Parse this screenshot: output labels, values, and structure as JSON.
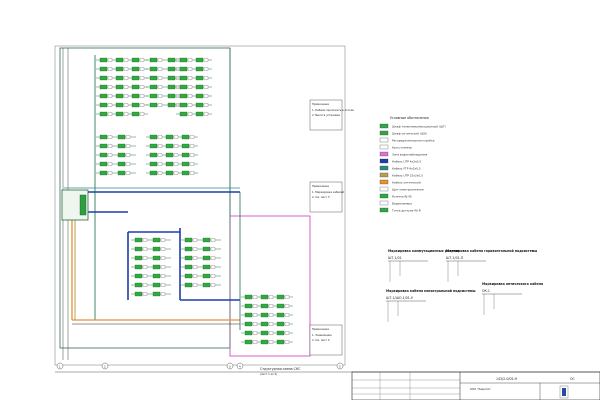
{
  "sheet": {
    "stamp_code": "143/2-0/02-Н",
    "stamp_sheet": "ОС",
    "stamp_company": "ООО \"Энергия\""
  },
  "legend": {
    "title": "Условные обозначения",
    "items": [
      "Шкаф телекоммуникационный (ШТ)",
      "Шкаф оптический (ШО)",
      "Распределительная коробка",
      "Кросс-панель",
      "Зона видеонаблюдения",
      "Кабель UTP 4х2х0,5",
      "Кабель FTP 4х2х0,5",
      "Кабель UTP 25х2х0,5",
      "Кабель оптический",
      "Щит электропитания",
      "Розетка RJ-45",
      "Видеокамера",
      "Точка доступа Wi-Fi"
    ]
  },
  "right_notes": [
    {
      "title": "Примечание",
      "lines": [
        "1. Кабели проложить в лотках",
        "2. Высота установки"
      ]
    },
    {
      "title": "Примечание",
      "lines": [
        "1. Маркировка кабелей",
        "2. См. лист 3"
      ]
    },
    {
      "title": "Примечание",
      "lines": [
        "1. Заземление",
        "2. См. лист 4"
      ]
    }
  ],
  "marking_schemes": [
    {
      "title": "Маркировка коммутационных розеток",
      "code": "ШТ-1/01"
    },
    {
      "title": "Маркировка кабеля горизонтальной подсистемы",
      "code": "ШТ-1/01-П"
    },
    {
      "title": "Маркировка кабеля магистральной подсистемы",
      "code": "ШТ-1/ШО-1/01-У"
    },
    {
      "title": "Маркировка оптического кабеля",
      "code": "ОК-1"
    }
  ],
  "axes": [
    "1",
    "2",
    "3",
    "4",
    "5"
  ],
  "caption": "Структурная схема СКС",
  "caption_sub": "(лист 1 из 2)"
}
